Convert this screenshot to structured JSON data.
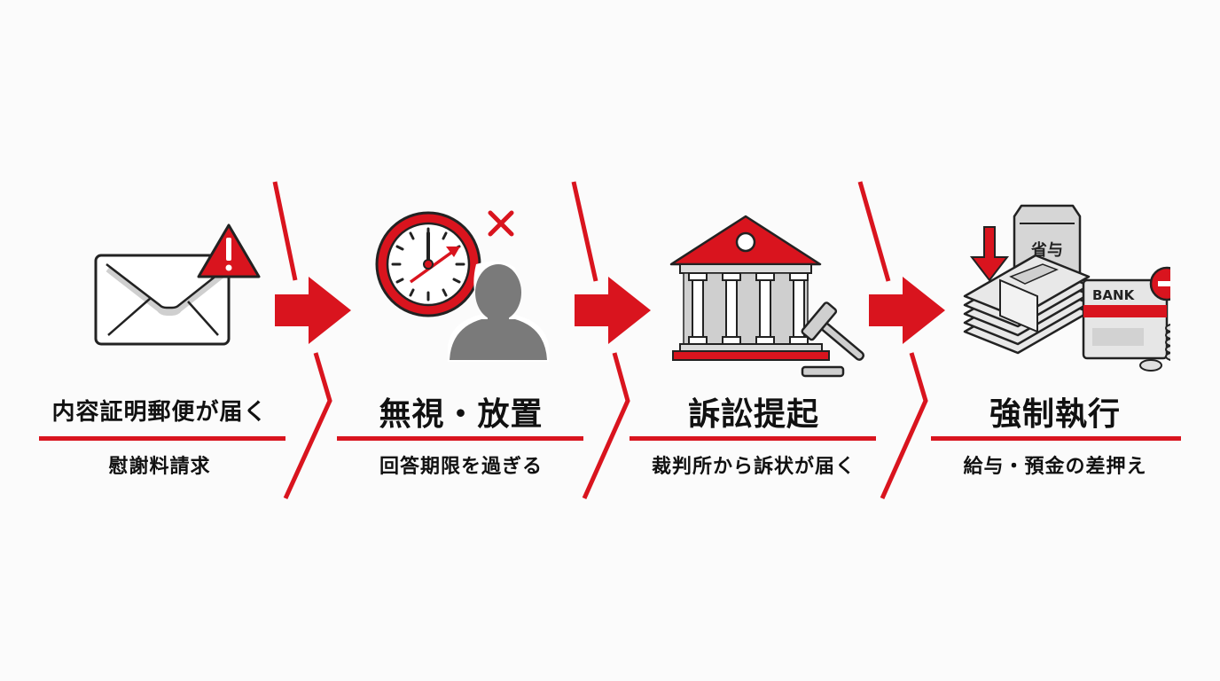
{
  "colors": {
    "accent": "#d9141e",
    "text": "#111111",
    "gray": "#7a7a7a",
    "light_gray": "#d9d9d9",
    "background": "#fbfbfb"
  },
  "steps": [
    {
      "icon": "envelope-warning-icon",
      "title": "内容証明郵便が届く",
      "subtitle": "慰謝料請求"
    },
    {
      "icon": "clock-person-ignore-icon",
      "title": "無視・放置",
      "subtitle": "回答期限を過ぎる"
    },
    {
      "icon": "courthouse-gavel-icon",
      "title": "訴訟提起",
      "subtitle": "裁判所から訴状が届く"
    },
    {
      "icon": "money-bank-seizure-icon",
      "title": "強制執行",
      "subtitle": "給与・預金の差押え",
      "envelope_label": "省与",
      "bank_label": "BANK"
    }
  ],
  "arrows": [
    "arrow-right-icon",
    "arrow-right-icon",
    "arrow-right-icon"
  ]
}
